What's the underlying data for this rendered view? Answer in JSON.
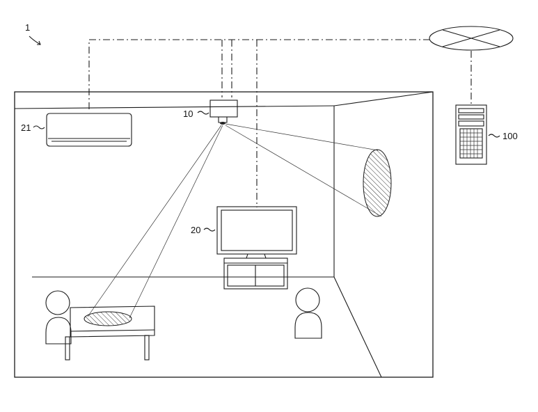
{
  "figure": {
    "system_label": "1",
    "server_label": "100",
    "sensor_label": "10",
    "aircon_label": "21",
    "tv_label": "20"
  },
  "hatch_color": "#333333"
}
